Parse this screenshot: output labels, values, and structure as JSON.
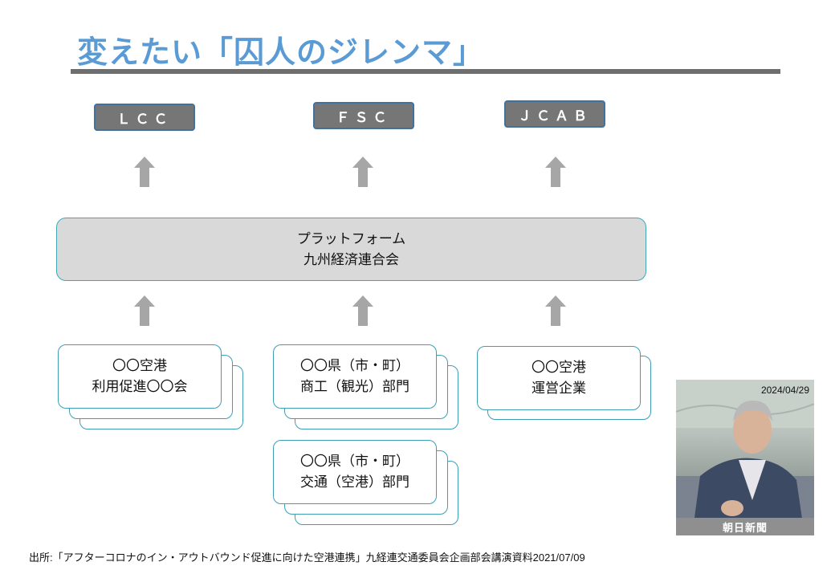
{
  "title": "変えたい「囚人のジレンマ」",
  "top_boxes": [
    "ＬＣＣ",
    "ＦＳＣ",
    "ＪＣＡＢ"
  ],
  "platform": {
    "line1": "プラットフォーム",
    "line2": "九州経済連合会"
  },
  "bottom_groups": [
    {
      "line1": "〇〇空港",
      "line2": "利用促進〇〇会"
    },
    {
      "line1": "〇〇県（市・町）",
      "line2": "商工（観光）部門"
    },
    {
      "line1": "〇〇空港",
      "line2": "運営企業"
    },
    {
      "line1": "〇〇県（市・町）",
      "line2": "交通（空港）部門"
    }
  ],
  "photo": {
    "date": "2024/04/29",
    "caption": "朝日新聞"
  },
  "source": "出所:「アフターコロナのイン・アウトバウンド促進に向けた空港連携」九経連交通委員会企画部会講演資料2021/07/09",
  "colors": {
    "title": "#5b9bd5",
    "box_fill": "#767676",
    "box_border": "#41719c",
    "card_border": "#3e9fb5",
    "arrow": "#a6a6a6"
  }
}
